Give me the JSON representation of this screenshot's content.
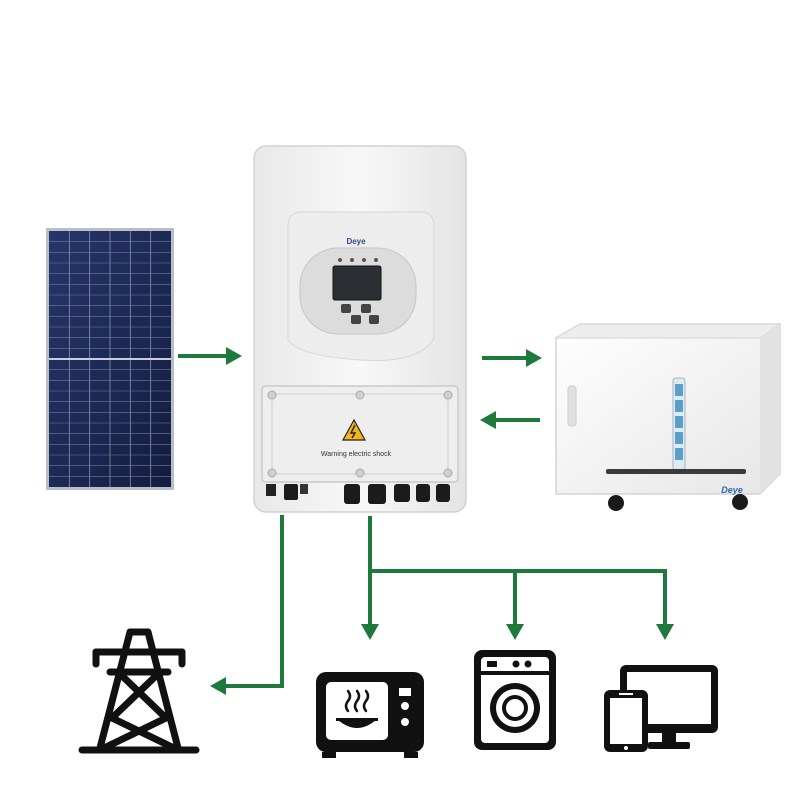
{
  "inverter": {
    "brand": "Deye",
    "warning_text": "Warning electric shock"
  },
  "battery": {
    "brand": "Deye"
  },
  "colors": {
    "flow_arrow": "#1e7a3c",
    "inverter_body": "#f3f3f3",
    "panel_cell": "#1c2a55",
    "panel_frame": "#b9bec6",
    "battery_body": "#f7f7f7",
    "battery_accent": "#5a9ec9",
    "icon_fill": "#111111",
    "warning_yellow": "#f2b61c"
  },
  "icons": {
    "solar_panel": "solar-panel",
    "inverter": "hybrid-inverter",
    "battery": "battery-storage",
    "grid": "power-tower-icon",
    "microwave": "microwave-icon",
    "washer": "washing-machine-icon",
    "devices": "phone-monitor-icon"
  }
}
